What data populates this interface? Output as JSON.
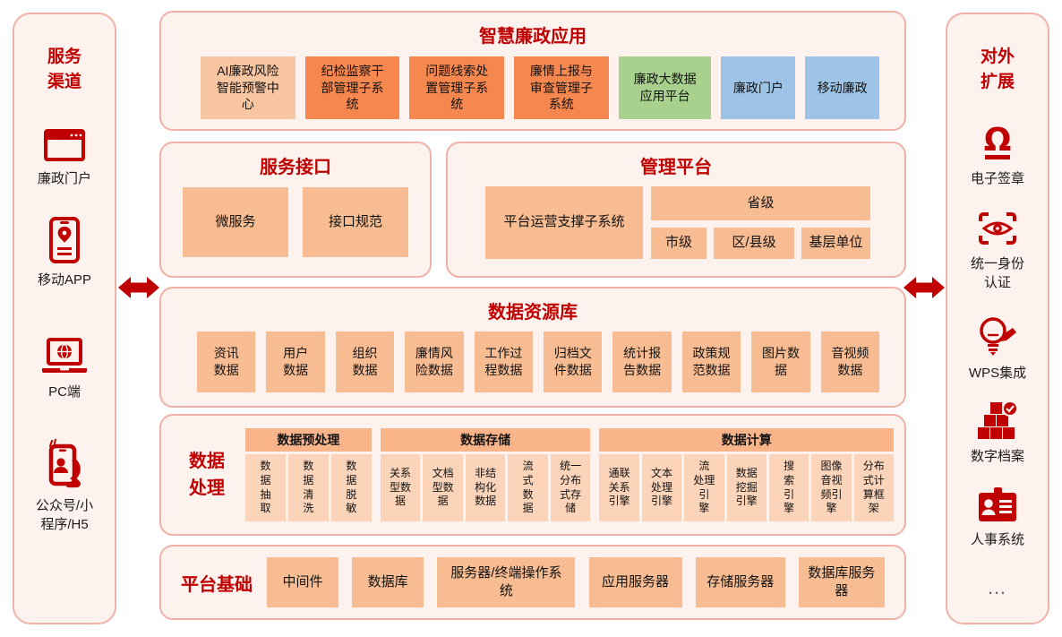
{
  "colors": {
    "accent_red": "#c00000",
    "panel_bg": "#fdf2ee",
    "panel_border": "#f0b2a8",
    "orange": "#f6874e",
    "orange_light": "#f9c6a2",
    "orange_mid": "#f8bc92",
    "orange_group_header": "#f9b489",
    "orange_cell": "#fbd4ba",
    "green": "#a9d18e",
    "blue": "#9dc3e6"
  },
  "left_sidebar": {
    "title": "服务\n渠道",
    "items": [
      {
        "icon": "browser-window-icon",
        "label": "廉政门户"
      },
      {
        "icon": "mobile-app-icon",
        "label": "移动APP"
      },
      {
        "icon": "laptop-globe-icon",
        "label": "PC端"
      },
      {
        "icon": "miniprogram-phone-icon",
        "label": "公众号/小\n程序/H5"
      }
    ]
  },
  "right_sidebar": {
    "title": "对外\n扩展",
    "items": [
      {
        "icon": "seal-omega-icon",
        "label": "电子签章"
      },
      {
        "icon": "identity-scan-icon",
        "label": "统一身份\n认证"
      },
      {
        "icon": "bulb-pen-icon",
        "label": "WPS集成"
      },
      {
        "icon": "archive-blocks-icon",
        "label": "数字档案"
      },
      {
        "icon": "hr-badge-icon",
        "label": "人事系统"
      },
      {
        "icon": "none",
        "label": "…"
      }
    ]
  },
  "main": {
    "apps": {
      "title": "智慧廉政应用",
      "boxes": [
        {
          "label": "AI廉政风险\n智能预警中\n心",
          "variant": "light-orange"
        },
        {
          "label": "纪检监察干\n部管理子系\n统",
          "variant": "orange"
        },
        {
          "label": "问题线索处\n置管理子系\n统",
          "variant": "orange"
        },
        {
          "label": "廉情上报与\n审查管理子\n系统",
          "variant": "orange"
        },
        {
          "label": "廉政大数据\n应用平台",
          "variant": "green"
        },
        {
          "label": "廉政门户",
          "variant": "blue"
        },
        {
          "label": "移动廉政",
          "variant": "blue"
        }
      ]
    },
    "service_api": {
      "title": "服务接口",
      "boxes": [
        {
          "label": "微服务"
        },
        {
          "label": "接口规范"
        }
      ]
    },
    "management": {
      "title": "管理平台",
      "main_box": "平台运营支撑子系统",
      "top_box": "省级",
      "sub_boxes": [
        {
          "label": "市级"
        },
        {
          "label": "区/县级"
        },
        {
          "label": "基层单位"
        }
      ]
    },
    "data_repository": {
      "title": "数据资源库",
      "boxes": [
        {
          "label": "资讯\n数据"
        },
        {
          "label": "用户\n数据"
        },
        {
          "label": "组织\n数据"
        },
        {
          "label": "廉情风\n险数据"
        },
        {
          "label": "工作过\n程数据"
        },
        {
          "label": "归档文\n件数据"
        },
        {
          "label": "统计报\n告数据"
        },
        {
          "label": "政策规\n范数据"
        },
        {
          "label": "图片数\n据"
        },
        {
          "label": "音视频\n数据"
        }
      ]
    },
    "data_processing": {
      "title": "数据\n处理",
      "groups": [
        {
          "header": "数据预处理",
          "cells": [
            {
              "label": "数\n据\n抽\n取"
            },
            {
              "label": "数\n据\n清\n洗"
            },
            {
              "label": "数\n据\n脱\n敏"
            }
          ]
        },
        {
          "header": "数据存储",
          "cells": [
            {
              "label": "关系\n型数\n据"
            },
            {
              "label": "文档\n型数\n据"
            },
            {
              "label": "非结\n构化\n数据"
            },
            {
              "label": "流\n式\n数\n据"
            },
            {
              "label": "统一\n分布\n式存\n储"
            }
          ]
        },
        {
          "header": "数据计算",
          "cells": [
            {
              "label": "通联\n关系\n引擎"
            },
            {
              "label": "文本\n处理\n引擎"
            },
            {
              "label": "流\n处理\n引\n擎"
            },
            {
              "label": "数据\n挖掘\n引擎"
            },
            {
              "label": "搜\n索\n引\n擎"
            },
            {
              "label": "图像\n音视\n频引\n擎"
            },
            {
              "label": "分布\n式计\n算框\n架"
            }
          ]
        }
      ]
    },
    "platform_base": {
      "title": "平台基础",
      "boxes": [
        {
          "label": "中间件"
        },
        {
          "label": "数据库"
        },
        {
          "label": "服务器/终端操作系\n统"
        },
        {
          "label": "应用服务器"
        },
        {
          "label": "存储服务器"
        },
        {
          "label": "数据库服务\n器"
        }
      ]
    }
  }
}
